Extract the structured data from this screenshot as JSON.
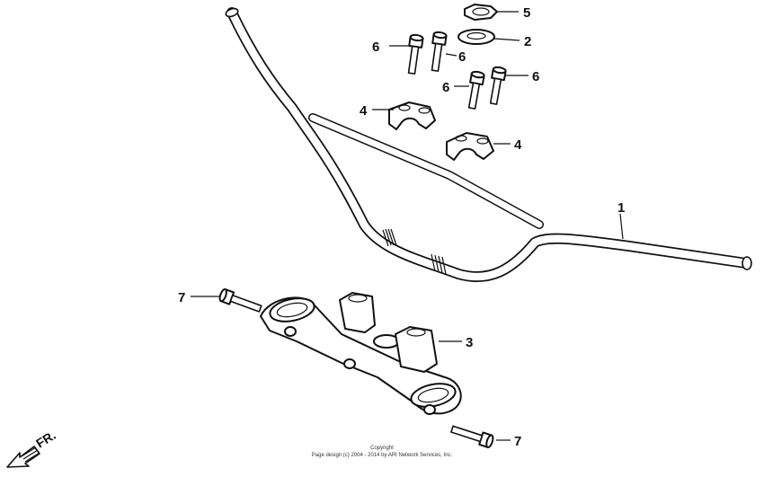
{
  "callouts": {
    "handlebar": "1",
    "washer": "2",
    "fork_top_bridge": "3",
    "holder_upper_left": "4",
    "holder_upper_right": "4",
    "nut": "5",
    "bolt_a": "6",
    "bolt_b": "6",
    "bolt_c": "6",
    "bolt_d": "6",
    "bolt_clamp_left": "7",
    "bolt_clamp_bottom": "7"
  },
  "direction_label": "FR.",
  "copyright": {
    "line1": "Copyright",
    "line2": "Page design (c) 2004 - 2014 by ARI Network Services, Inc."
  }
}
